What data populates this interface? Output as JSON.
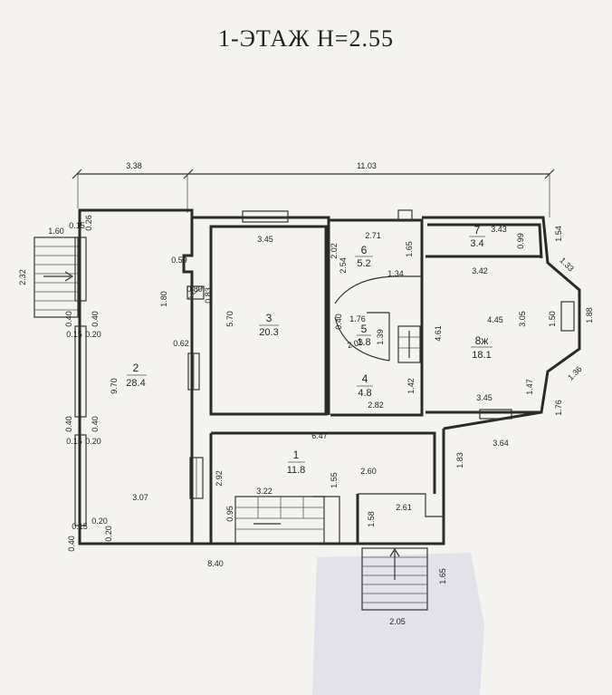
{
  "title": "1-ЭТАЖ  Н=2.55",
  "rooms": [
    {
      "num": "1",
      "area": "11.8"
    },
    {
      "num": "2",
      "area": "28.4"
    },
    {
      "num": "3",
      "area": "20.3"
    },
    {
      "num": "4",
      "area": "4.8"
    },
    {
      "num": "5",
      "area": "1.8"
    },
    {
      "num": "6",
      "area": "5.2"
    },
    {
      "num": "7",
      "area": "3.4"
    },
    {
      "num": "8ж",
      "area": "18.1"
    }
  ],
  "dims": {
    "top_left": "3.38",
    "top_right": "11.03",
    "d345": "3.45",
    "d271": "2.71",
    "d202": "2.02",
    "d165a": "1.65",
    "d254": "2.54",
    "d134": "1.34",
    "d343": "3.43",
    "d099": "0.99",
    "d154": "1.54",
    "d342": "3.42",
    "d133": "1.33",
    "d305": "3.05",
    "d445": "4.45",
    "d150": "1.50",
    "d188": "1.88",
    "d136": "1.36",
    "d147": "1.47",
    "d345b": "3.45",
    "d176b": "1.76",
    "d040a": "0.40",
    "d176": "1.76",
    "d203": "2.03",
    "d139": "1.39",
    "d461": "4.61",
    "d142": "1.42",
    "d282": "2.82",
    "d160": "1.60",
    "d015a": "0.15",
    "d026": "0.26",
    "d059": "0.59",
    "d232": "2.32",
    "d180": "1.80",
    "d080": "0.80",
    "d083": "0.83",
    "d570": "5.70",
    "d040b": "0.40",
    "d040c": "0.40",
    "d015b": "0.15",
    "d020a": "0.20",
    "d062": "0.62",
    "d970": "9.70",
    "d040d": "0.40",
    "d040e": "0.40",
    "d015c": "0.15",
    "d020b": "0.20",
    "d307": "3.07",
    "d015d": "0.15",
    "d020c": "0.20",
    "d040f": "0.40",
    "d020d": "0.20",
    "d647": "6.47",
    "d364": "3.64",
    "d183": "1.83",
    "d292": "2.92",
    "d322": "3.22",
    "d155": "1.55",
    "d260": "2.60",
    "d261": "2.61",
    "d095": "0.95",
    "d158": "1.58",
    "d840": "8.40",
    "d165b": "1.65",
    "d205": "2.05"
  }
}
